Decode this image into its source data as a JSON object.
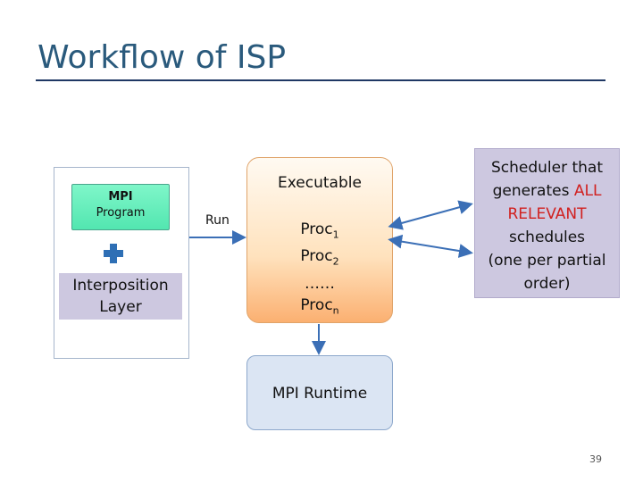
{
  "slide": {
    "title": "Workflow of ISP",
    "page_number": "39"
  },
  "colors": {
    "title": "#2a5a7c",
    "mpi_box": "#52e6b0",
    "interposition_box": "#cdc8e0",
    "plus": "#2e6fb5",
    "arrow": "#3b6fb6",
    "highlight": "#d1201f"
  },
  "left_group": {
    "mpi_line1": "MPI",
    "mpi_line2": "Program",
    "plus_icon": "plus-icon",
    "interposition_line1": "Interposition",
    "interposition_line2": "Layer"
  },
  "run_label": "Run",
  "executable": {
    "title": "Executable",
    "proc1": "Proc",
    "proc1_sub": "1",
    "proc2": "Proc",
    "proc2_sub": "2",
    "ellipsis": "……",
    "procn": "Proc",
    "procn_sub": "n"
  },
  "scheduler": {
    "line1": "Scheduler that",
    "line2_a": "generates ",
    "line2_b": "ALL",
    "line3": "RELEVANT",
    "line4": "schedules",
    "line5": "(one per partial",
    "line6": "order)"
  },
  "runtime": {
    "label": "MPI Runtime"
  }
}
